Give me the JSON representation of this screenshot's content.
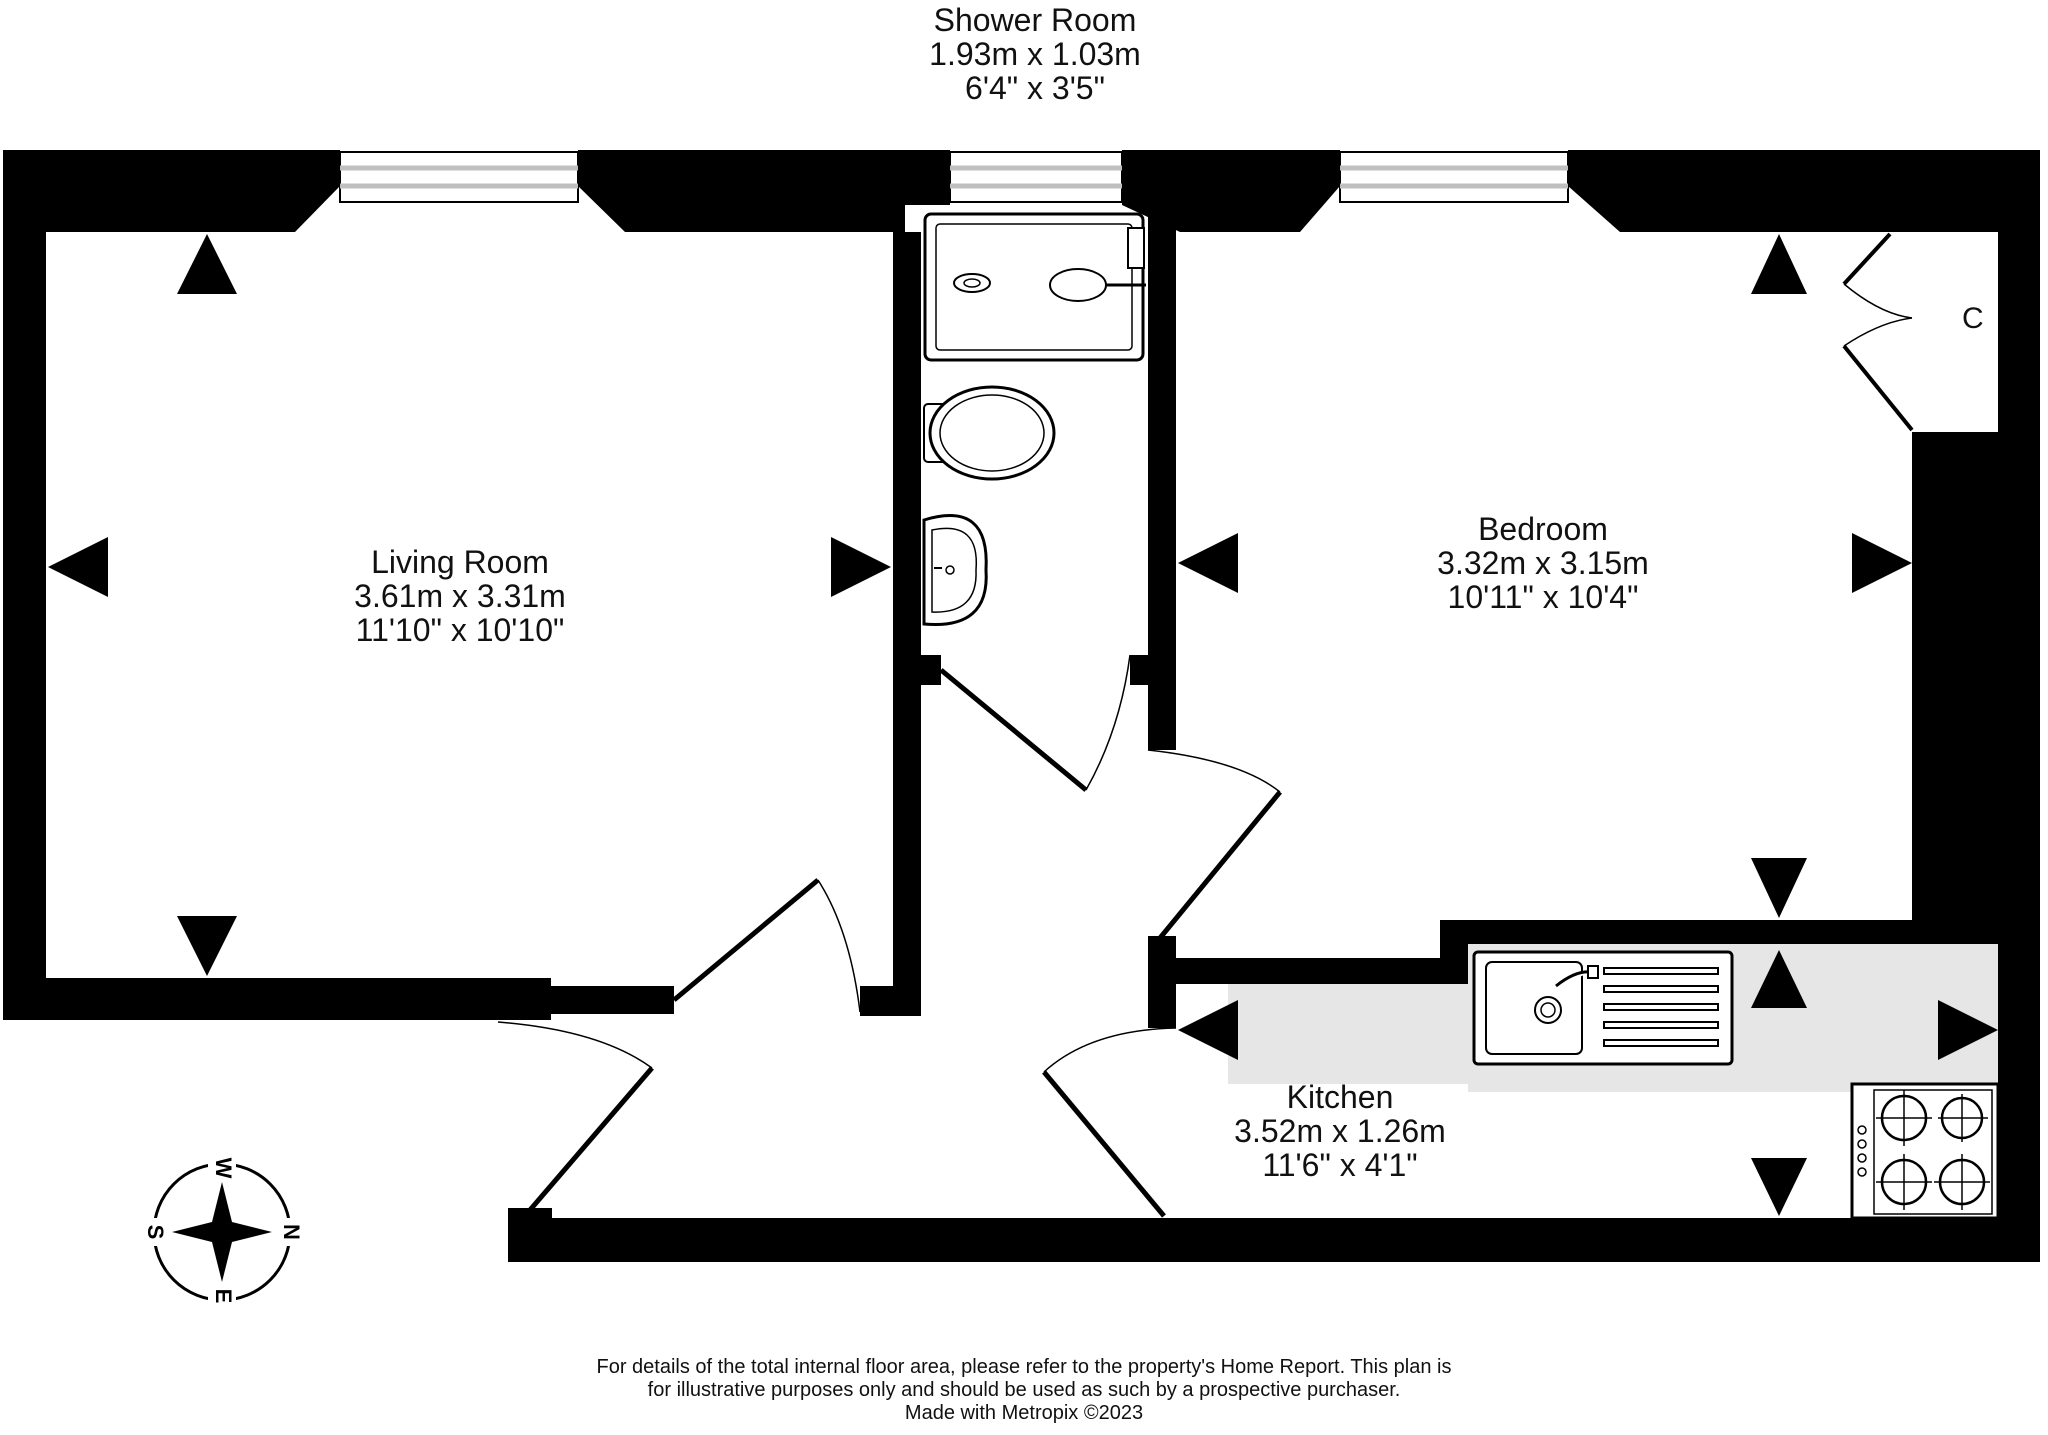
{
  "rooms": {
    "shower": {
      "name": "Shower Room",
      "metric": "1.93m  x 1.03m",
      "imperial": "6'4\"  x 3'5\""
    },
    "living": {
      "name": "Living Room",
      "metric": "3.61m  x 3.31m",
      "imperial": "11'10\"  x 10'10\""
    },
    "bedroom": {
      "name": "Bedroom",
      "metric": "3.32m  x 3.15m",
      "imperial": "10'11\"  x 10'4\""
    },
    "kitchen": {
      "name": "Kitchen",
      "metric": "3.52m  x 1.26m",
      "imperial": "11'6\"  x 4'1\""
    }
  },
  "closet_label": "C",
  "compass": {
    "north": "N",
    "south": "S",
    "east": "E",
    "west": "W"
  },
  "disclaimer": {
    "line1": "For details of the total internal floor area, please refer to the property's Home Report. This plan is",
    "line2": "for illustrative purposes only and should be used as such by a prospective purchaser.",
    "line3": "Made with Metropix ©2023"
  },
  "colors": {
    "wall": "#000000",
    "worktop": "#e6e6e6",
    "window": "#bfbfbf",
    "background": "#ffffff"
  }
}
